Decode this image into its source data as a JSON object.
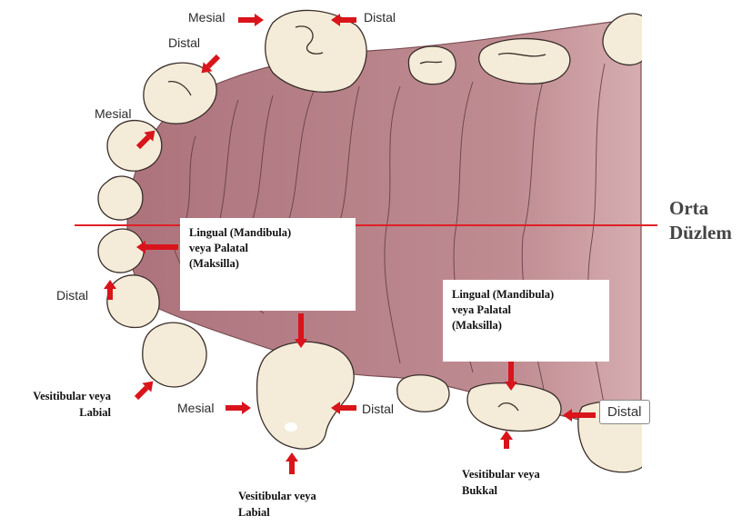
{
  "labels": {
    "mesial_top": "Mesial",
    "distal_top": "Distal",
    "distal_upper_left": "Distal",
    "mesial_left": "Mesial",
    "distal_left": "Distal",
    "vestibular_labial_left": [
      "Vesitibular veya",
      "Labial"
    ],
    "mesial_bottom": "Mesial",
    "distal_bottom": "Distal",
    "vestibular_labial_bottom": [
      "Vesitibular veya",
      "Labial"
    ],
    "vestibular_bukkal": [
      "Vesitibular veya",
      "Bukkal"
    ],
    "distal_right_box": "Distal",
    "lingual_box_1": [
      "Lingual (Mandibula)",
      "veya Palatal",
      "(Maksilla)"
    ],
    "lingual_box_2": [
      "Lingual (Mandibula)",
      "veya Palatal",
      "(Maksilla)"
    ],
    "midline": [
      "Orta",
      "Düzlem"
    ]
  },
  "colors": {
    "gum": "#b98088",
    "gum_light": "#cfa2a6",
    "tooth": "#f4ecd8",
    "tooth_outline": "#3a2e2a",
    "arrow": "#d9141b",
    "midline": "#e01f26"
  }
}
